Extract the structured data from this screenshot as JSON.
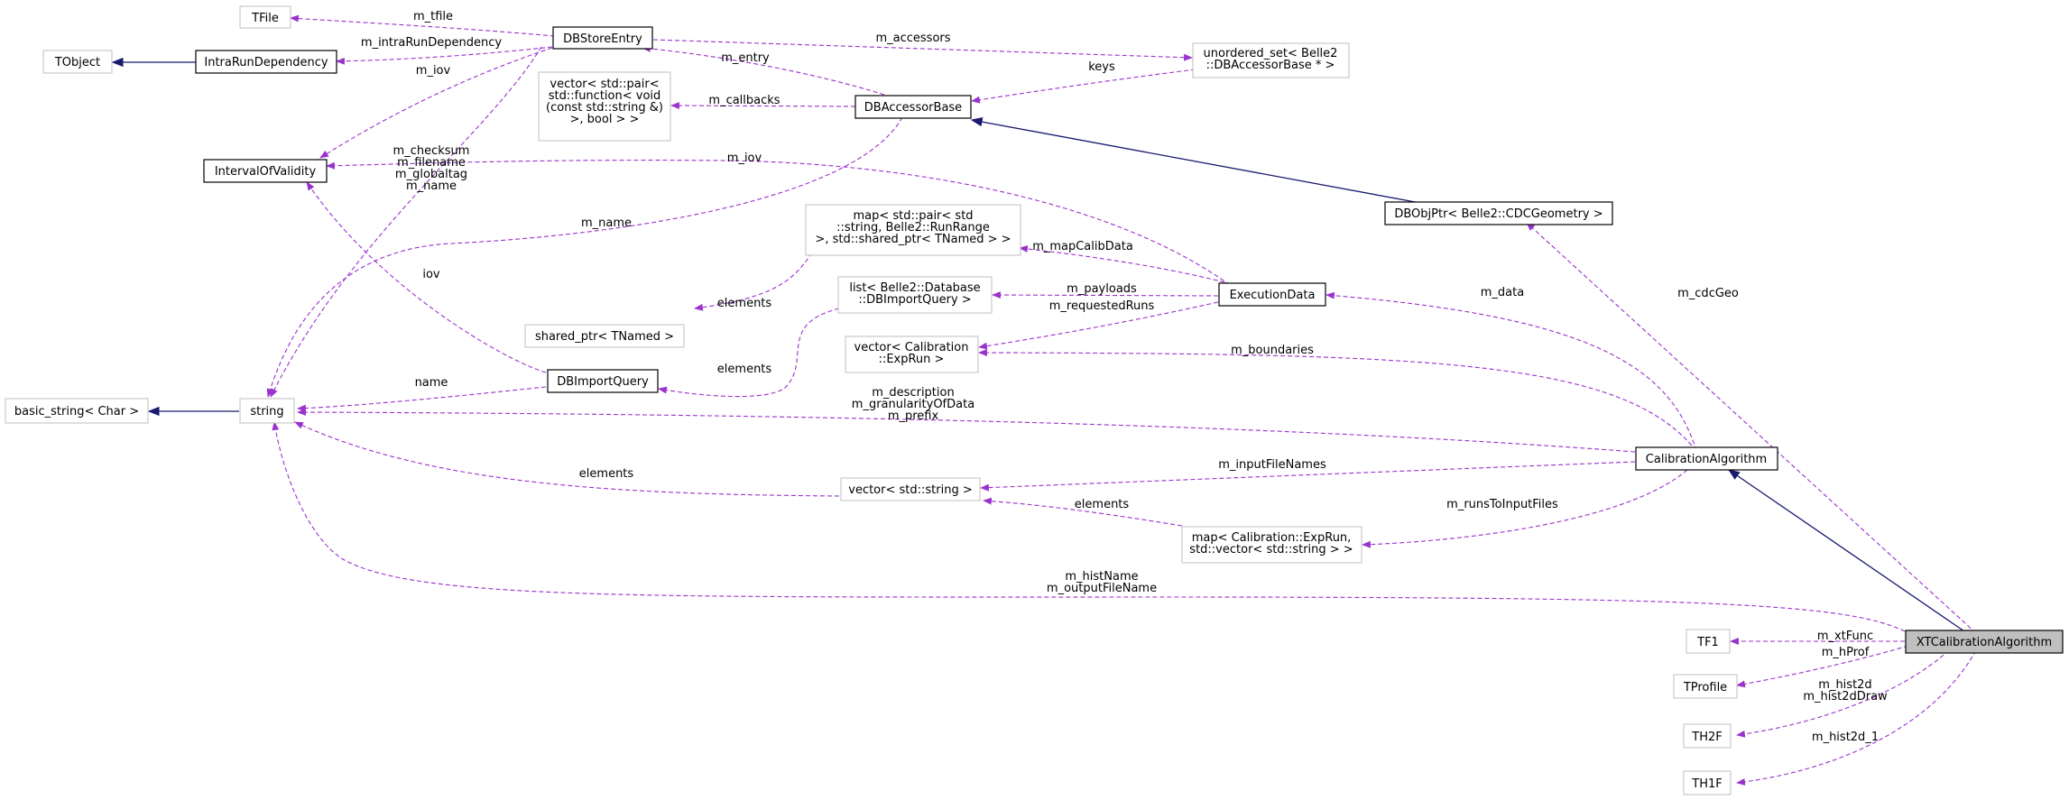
{
  "nodes": {
    "tfile": [
      "TFile"
    ],
    "dbstoreentry": [
      "DBStoreEntry"
    ],
    "tobject": [
      "TObject"
    ],
    "intrarundependency": [
      "IntraRunDependency"
    ],
    "unordered_set": [
      "unordered_set< Belle2",
      "::DBAccessorBase * >"
    ],
    "vector_pair_function": [
      "vector< std::pair<",
      "std::function< void",
      "(const std::string &)",
      ">, bool > >"
    ],
    "dbaccessorbase": [
      "DBAccessorBase"
    ],
    "intervalofvalidity": [
      "IntervalOfValidity"
    ],
    "dbobjptr": [
      "DBObjPtr< Belle2::CDCGeometry >"
    ],
    "map_pair": [
      "map< std::pair< std",
      "::string, Belle2::RunRange",
      ">, std::shared_ptr< TNamed > >"
    ],
    "list_dbimportquery": [
      "list< Belle2::Database",
      "::DBImportQuery >"
    ],
    "executiondata": [
      "ExecutionData"
    ],
    "shared_ptr": [
      "shared_ptr< TNamed >"
    ],
    "vector_exprun": [
      "vector< Calibration",
      "::ExpRun >"
    ],
    "dbimportquery": [
      "DBImportQuery"
    ],
    "basic_string": [
      "basic_string< Char >"
    ],
    "string": [
      "string"
    ],
    "calibrationalgorithm": [
      "CalibrationAlgorithm"
    ],
    "vector_string": [
      "vector< std::string >"
    ],
    "map_exprun": [
      "map< Calibration::ExpRun,",
      "std::vector< std::string > >"
    ],
    "xtcalibrationalgorithm": [
      "XTCalibrationAlgorithm"
    ],
    "tf1": [
      "TF1"
    ],
    "tprofile": [
      "TProfile"
    ],
    "th2f": [
      "TH2F"
    ],
    "th1f": [
      "TH1F"
    ]
  },
  "edge_labels": {
    "m_tfile": [
      "m_tfile"
    ],
    "m_intraRunDependency": [
      "m_intraRunDependency"
    ],
    "m_accessors": [
      "m_accessors"
    ],
    "m_entry": [
      "m_entry"
    ],
    "keys": [
      "keys"
    ],
    "m_iov_entry": [
      "m_iov"
    ],
    "m_callbacks": [
      "m_callbacks"
    ],
    "entry_strings": [
      "m_checksum",
      "m_filename",
      "m_globaltag",
      "m_name"
    ],
    "m_iov_exec": [
      "m_iov"
    ],
    "m_name_accessor": [
      "m_name"
    ],
    "iov_query": [
      "iov"
    ],
    "m_mapCalibData": [
      "m_mapCalibData"
    ],
    "elements_map": [
      "elements"
    ],
    "m_payloads": [
      "m_payloads"
    ],
    "m_requestedRuns": [
      "m_requestedRuns"
    ],
    "m_data": [
      "m_data"
    ],
    "m_cdcGeo": [
      "m_cdcGeo"
    ],
    "elements_list": [
      "elements"
    ],
    "m_boundaries": [
      "m_boundaries"
    ],
    "name_query": [
      "name"
    ],
    "calib_strings": [
      "m_description",
      "m_granularityOfData",
      "m_prefix"
    ],
    "elements_vecstr": [
      "elements"
    ],
    "m_inputFileNames": [
      "m_inputFileNames"
    ],
    "elements_mapexp": [
      "elements"
    ],
    "m_runsToInputFiles": [
      "m_runsToInputFiles"
    ],
    "xt_strings": [
      "m_histName",
      "m_outputFileName"
    ],
    "m_xtFunc": [
      "m_xtFunc"
    ],
    "m_hProf": [
      "m_hProf"
    ],
    "hist2d": [
      "m_hist2d",
      "m_hist2dDraw"
    ],
    "m_hist2d_1": [
      "m_hist2d_1"
    ]
  },
  "colors": {
    "dependency_edge": "#9a32cd",
    "inheritance_edge": "#191970",
    "focus_fill": "#bfbfbf",
    "external_border": "#bfbfbf",
    "documented_border": "#000000"
  }
}
